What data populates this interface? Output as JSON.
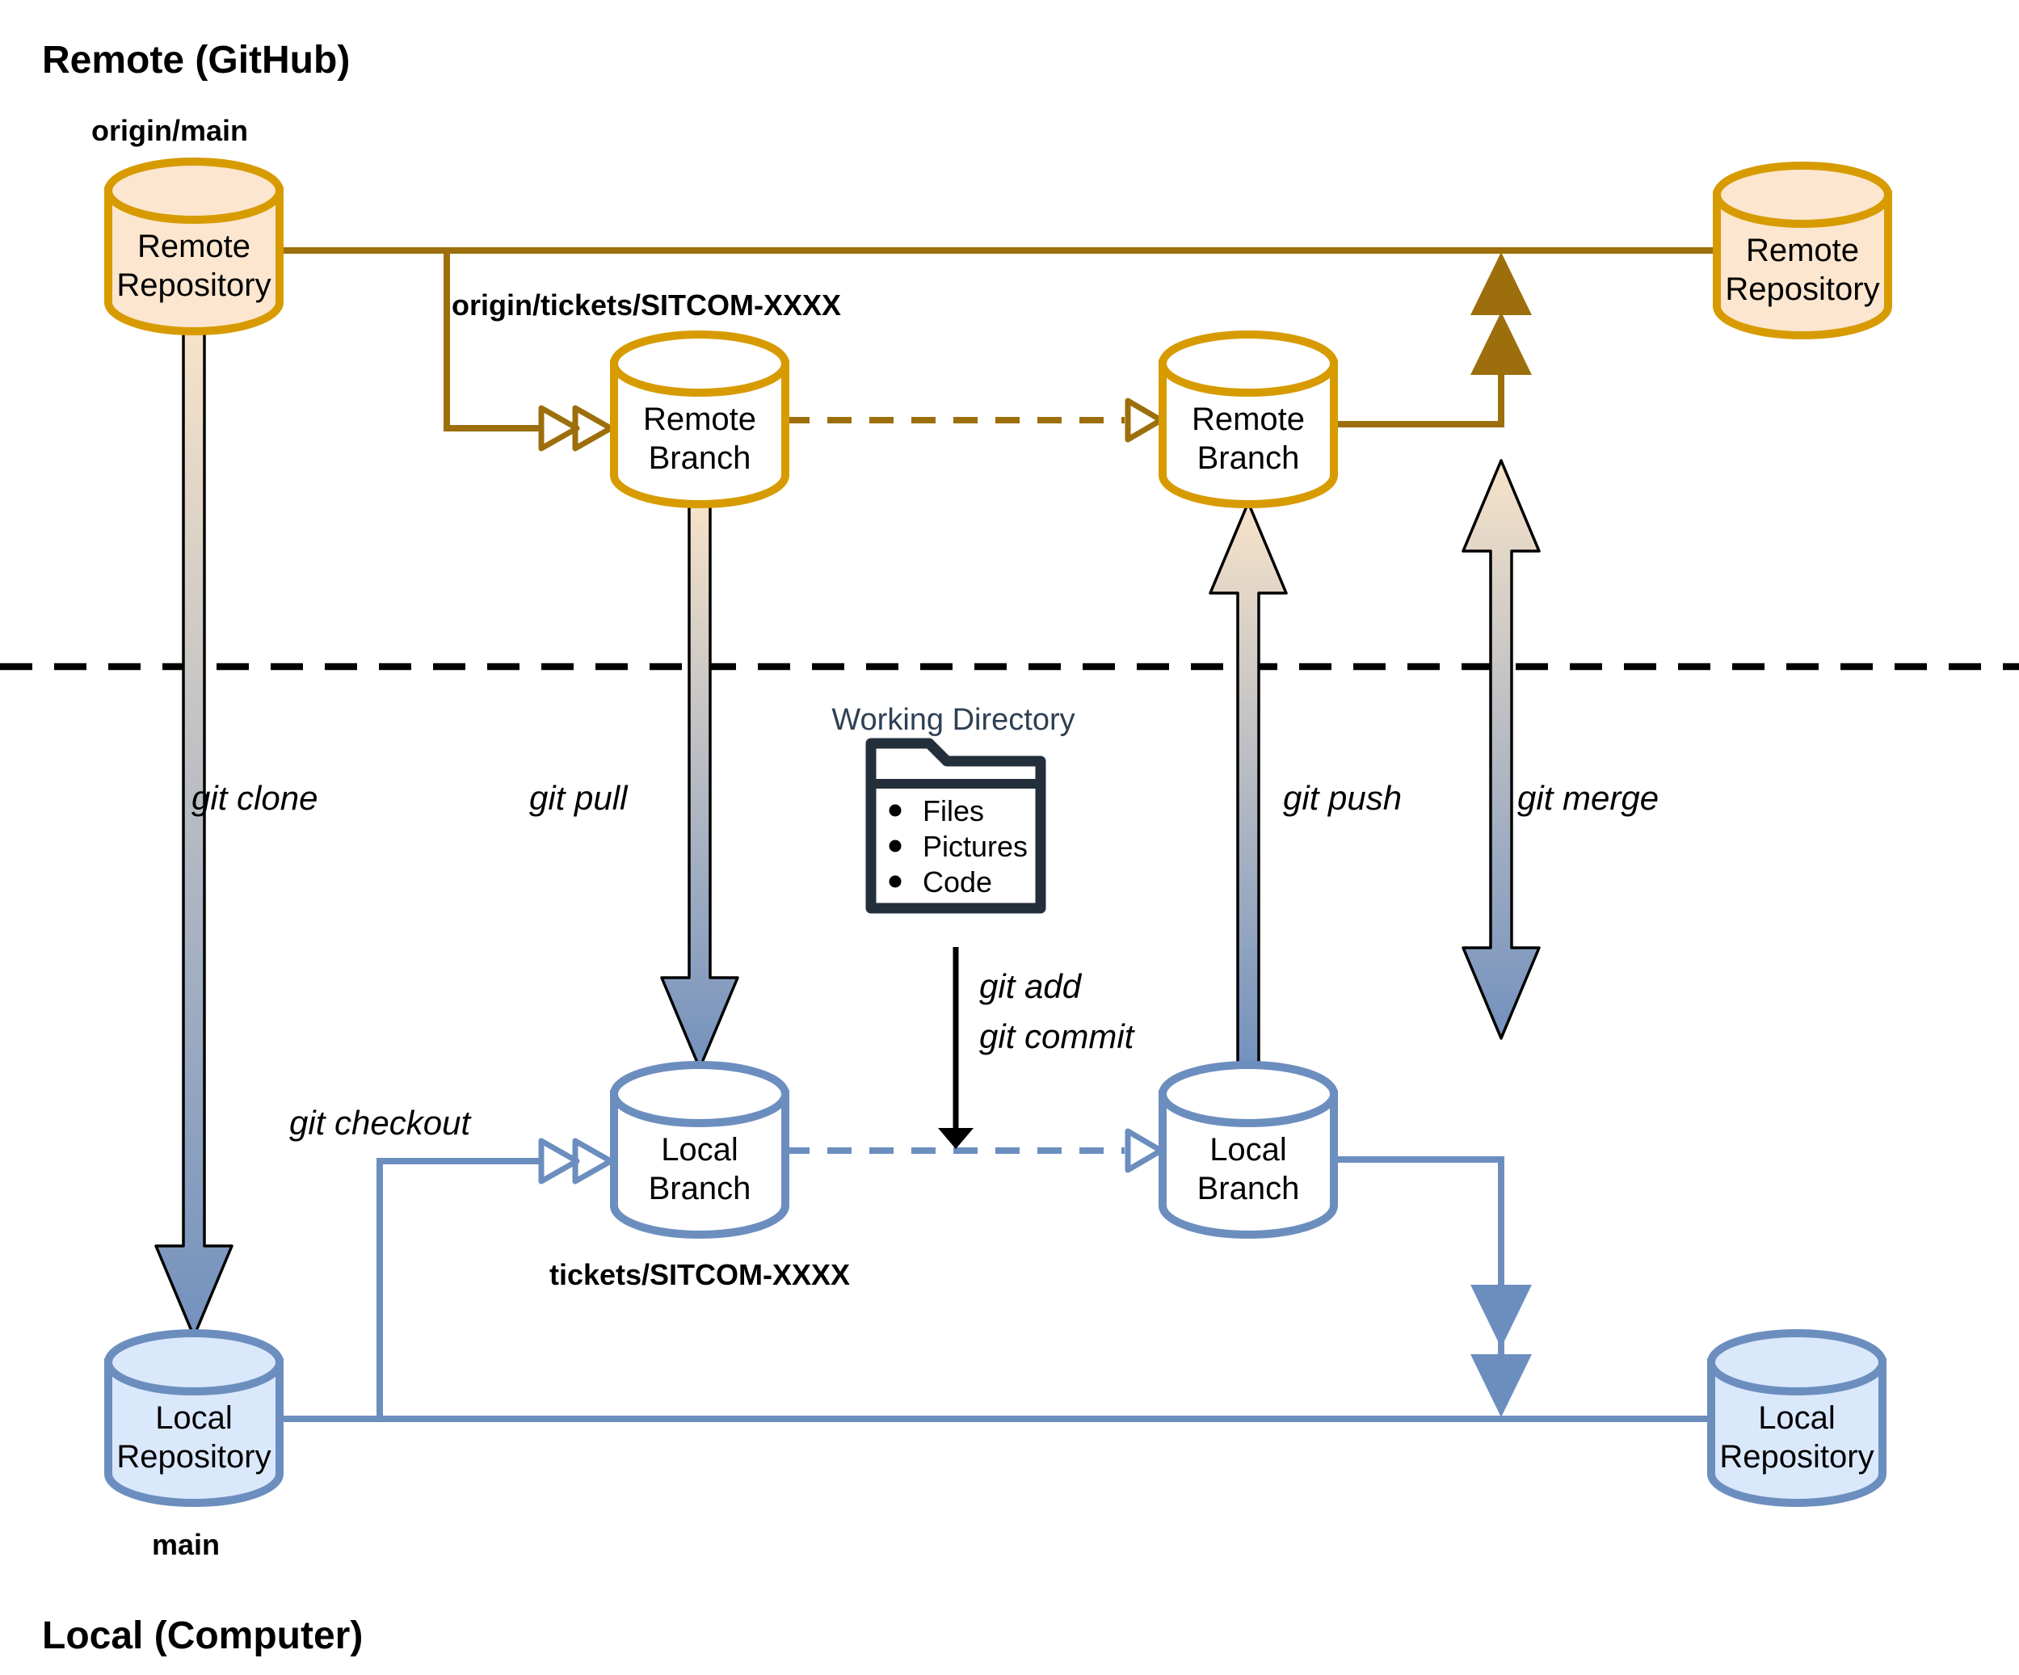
{
  "headings": {
    "remote": "Remote (GitHub)",
    "local": "Local (Computer)"
  },
  "nodes": {
    "remote_repo_main": {
      "line1": "Remote",
      "line2": "Repository",
      "tag": "origin/main"
    },
    "remote_branch_1": {
      "line1": "Remote",
      "line2": "Branch",
      "tag": "origin/tickets/SITCOM-XXXX"
    },
    "remote_branch_2": {
      "line1": "Remote",
      "line2": "Branch"
    },
    "remote_repo_right": {
      "line1": "Remote",
      "line2": "Repository"
    },
    "local_repo_main": {
      "line1": "Local",
      "line2": "Repository",
      "tag": "main"
    },
    "local_branch_1": {
      "line1": "Local",
      "line2": "Branch",
      "tag": "tickets/SITCOM-XXXX"
    },
    "local_branch_2": {
      "line1": "Local",
      "line2": "Branch"
    },
    "local_repo_right": {
      "line1": "Local",
      "line2": "Repository"
    }
  },
  "commands": {
    "clone": "git clone",
    "pull": "git pull",
    "push": "git push",
    "merge": "git merge",
    "checkout": "git checkout",
    "add": "git add",
    "commit": "git commit"
  },
  "working_directory": {
    "title": "Working Directory",
    "items": [
      "Files",
      "Pictures",
      "Code"
    ]
  },
  "colors": {
    "remote_node_stroke": "#D79B00",
    "remote_repo_fill": "#FCE6CF",
    "remote_connector": "#9C6F0C",
    "local_node_stroke": "#6C8EBF",
    "local_repo_fill": "#DAE8FC",
    "branch_fill": "#FFFFFF",
    "arrow_gradient_top": "#F7E3C9",
    "arrow_gradient_bottom": "#7391BD",
    "divider": "#000000",
    "folder_icon": "#232F3B",
    "working_directory_title": "#2E4053"
  }
}
